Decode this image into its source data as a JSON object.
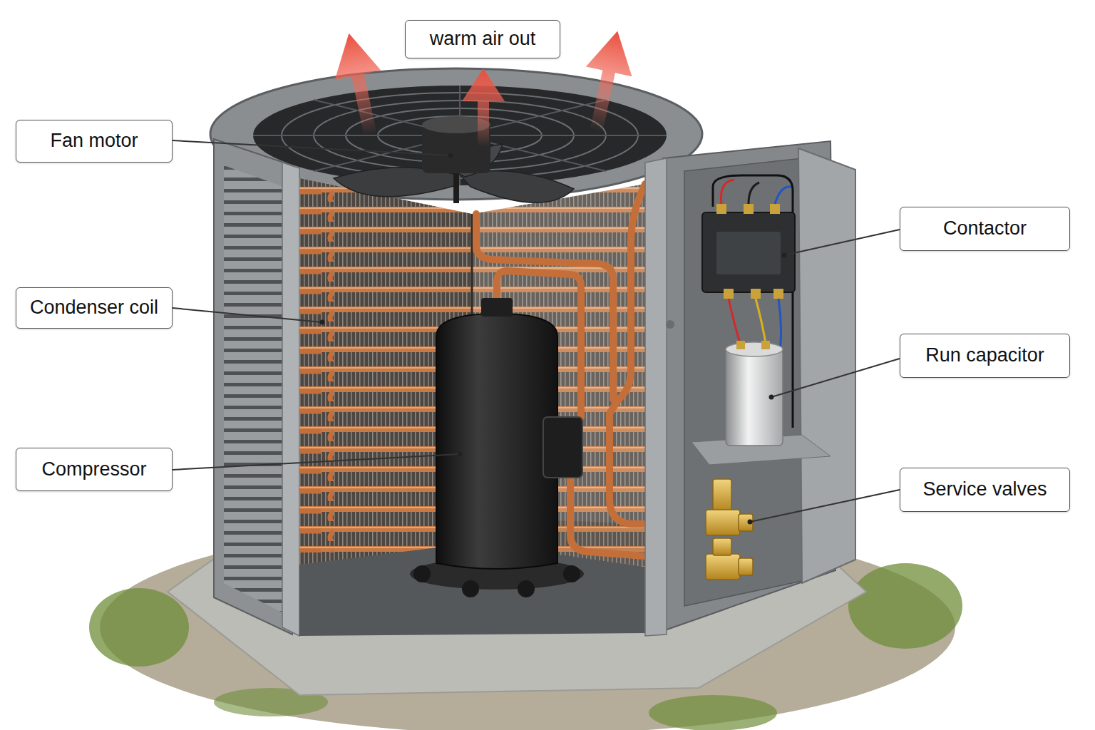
{
  "diagram": {
    "nodes": [
      {
        "text": [
          "warm air out"
        ]
      },
      {
        "text": [
          "Fan motor"
        ]
      },
      {
        "text": [
          "Contactor"
        ]
      },
      {
        "text": [
          "Condenser coil"
        ]
      },
      {
        "text": [
          "Run capacitor"
        ]
      },
      {
        "text": [
          "Compressor"
        ]
      },
      {
        "text": [
          "Service valves"
        ]
      }
    ]
  }
}
